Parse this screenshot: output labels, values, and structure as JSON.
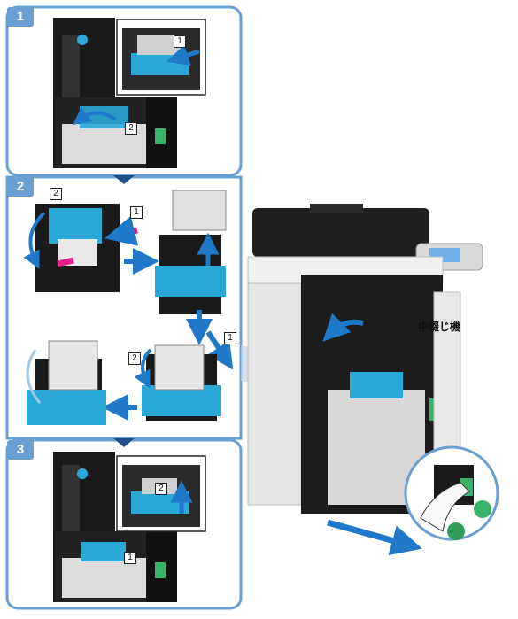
{
  "steps": [
    {
      "label": "1",
      "callouts": [
        "1",
        "2"
      ]
    },
    {
      "label": "2",
      "callouts": [
        "2",
        "1",
        "1",
        "2"
      ]
    },
    {
      "label": "3",
      "callouts": [
        "2",
        "1"
      ]
    }
  ],
  "machine_label": "中綴じ機",
  "colors": {
    "frame": "#6a9fd1",
    "accent": "#2aa8d8",
    "arrow": "#1f78c8",
    "pink": "#e0218a",
    "device": "#1a1a1a"
  }
}
